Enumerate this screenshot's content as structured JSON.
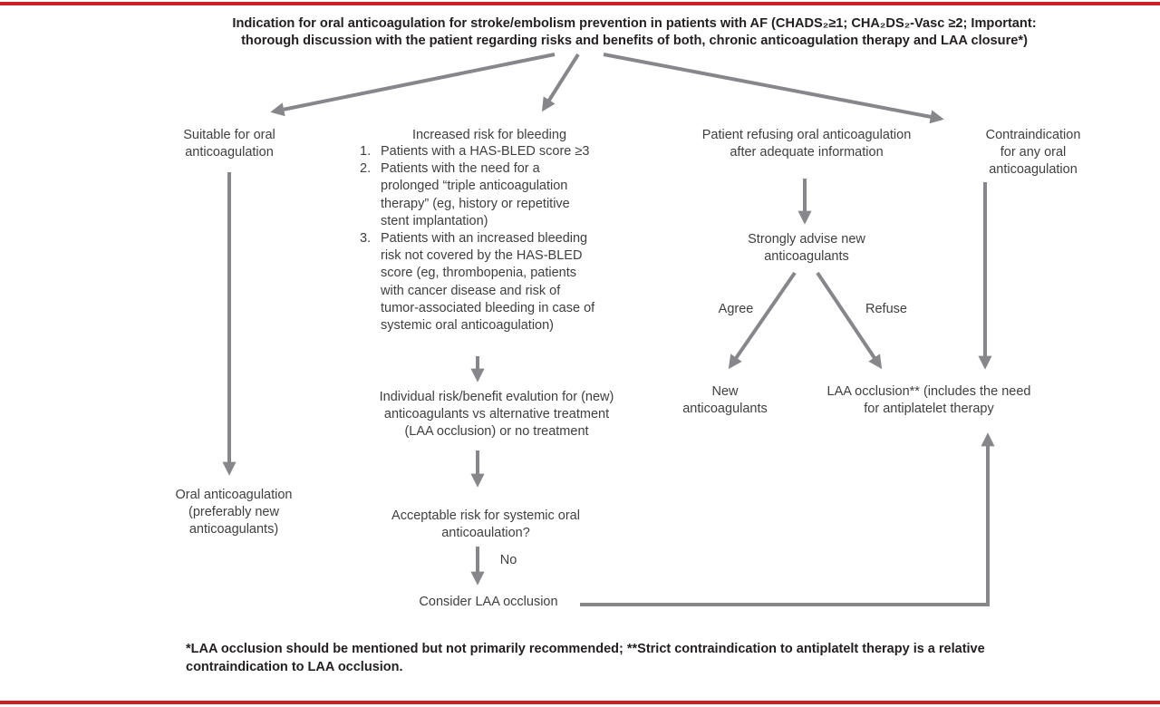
{
  "colors": {
    "red": "#cb2026",
    "arrow": "#87868a",
    "text": "#3f3e41",
    "title": "#231f20"
  },
  "title": {
    "line1": "Indication for oral anticoagulation for stroke/embolism prevention in patients with AF (CHADS₂≥1; CHA₂DS₂-Vasc ≥2; Important:",
    "line2": "thorough discussion with the patient regarding risks and benefits of both, chronic anticoagulation therapy and LAA closure*)"
  },
  "branches": {
    "suitable": {
      "label": "Suitable for oral\nanticoagulation"
    },
    "bleeding": {
      "heading": "Increased risk for bleeding",
      "items": [
        {
          "num": "1.",
          "text": "Patients with a HAS-BLED score ≥3"
        },
        {
          "num": "2.",
          "text": "Patients with the need for a\nprolonged “triple anticoagulation\ntherapy” (eg, history or repetitive\nstent implantation)"
        },
        {
          "num": "3.",
          "text": "Patients with an increased bleeding\nrisk not covered by the HAS-BLED\nscore (eg, thrombopenia, patients\nwith cancer disease and risk of\ntumor-associated bleeding in case of\nsystemic oral anticoagulation)"
        }
      ]
    },
    "refusing": {
      "label": "Patient refusing oral anticoagulation\nafter adequate information"
    },
    "contraindication": {
      "label": "Contraindication\nfor any oral\nanticoagulation"
    }
  },
  "nodes": {
    "oral_anticoagulation": "Oral anticoagulation\n(preferably new\nanticoagulants)",
    "individual_risk": "Individual risk/benefit evalution for (new)\nanticoagulants vs alternative treatment\n(LAA occlusion) or no treatment",
    "acceptable_risk": "Acceptable risk for systemic oral\nanticoaulation?",
    "no_label": "No",
    "consider_laa": "Consider LAA occlusion",
    "strongly_advise": "Strongly advise new\nanticoagulants",
    "agree_label": "Agree",
    "refuse_label": "Refuse",
    "new_anticoagulants": "New\nanticoagulants",
    "laa_occlusion": "LAA occlusion** (includes the need\nfor antiplatelet therapy"
  },
  "footnote": "*LAA occlusion should be mentioned but not primarily recommended; **Strict contraindication to antiplatelt therapy is a relative\ncontraindication to LAA occlusion."
}
